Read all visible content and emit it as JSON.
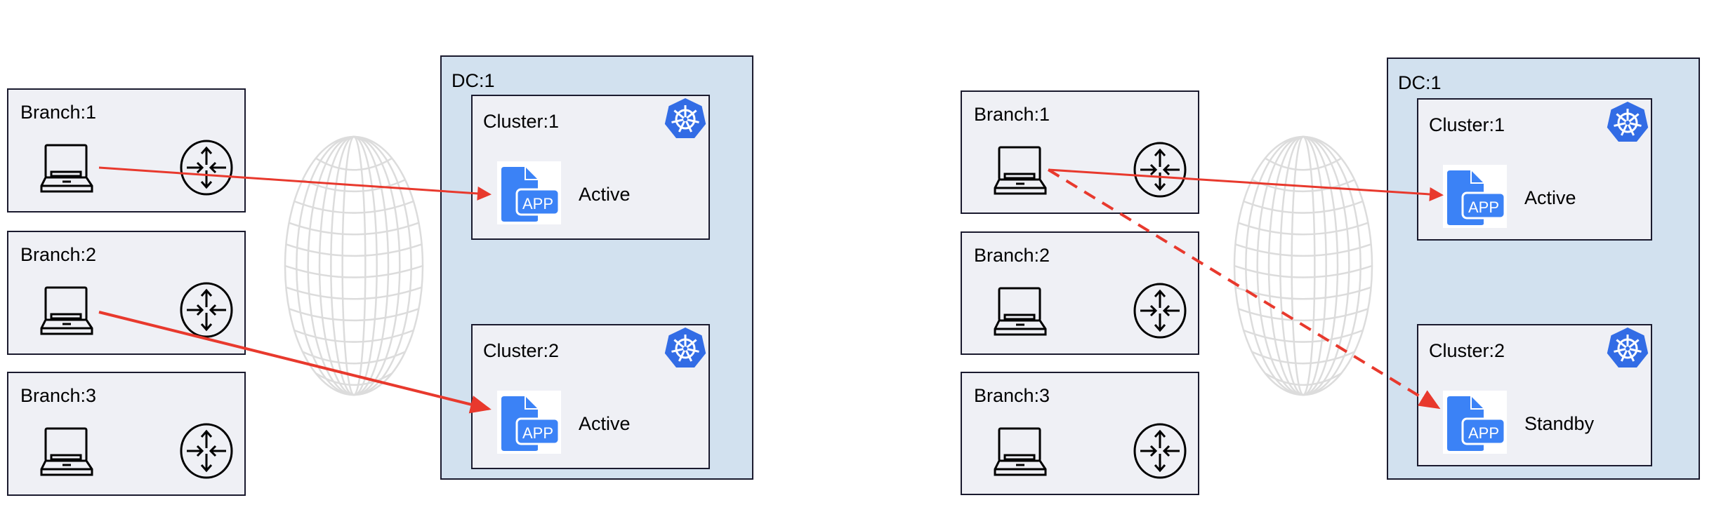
{
  "colors": {
    "arrow": "#e8392d",
    "dc_fill": "#d2e1ef",
    "box_fill": "#eff0f5",
    "app_blue": "#3b82f6",
    "k8s_blue": "#326ce5"
  },
  "panels": [
    {
      "branches": [
        {
          "label": "Branch:1"
        },
        {
          "label": "Branch:2"
        },
        {
          "label": "Branch:3"
        }
      ],
      "dc": {
        "label": "DC:1",
        "clusters": [
          {
            "label": "Cluster:1",
            "app_icon": "APP",
            "status": "Active"
          },
          {
            "label": "Cluster:2",
            "app_icon": "APP",
            "status": "Active"
          }
        ]
      },
      "links": [
        {
          "from": "Branch:1",
          "to": "Cluster:1",
          "style": "solid"
        },
        {
          "from": "Branch:2",
          "to": "Cluster:2",
          "style": "solid"
        }
      ]
    },
    {
      "branches": [
        {
          "label": "Branch:1"
        },
        {
          "label": "Branch:2"
        },
        {
          "label": "Branch:3"
        }
      ],
      "dc": {
        "label": "DC:1",
        "clusters": [
          {
            "label": "Cluster:1",
            "app_icon": "APP",
            "status": "Active"
          },
          {
            "label": "Cluster:2",
            "app_icon": "APP",
            "status": "Standby"
          }
        ]
      },
      "links": [
        {
          "from": "Branch:1",
          "to": "Cluster:1",
          "style": "solid"
        },
        {
          "from": "Branch:1",
          "to": "Cluster:2",
          "style": "dashed"
        }
      ]
    }
  ]
}
